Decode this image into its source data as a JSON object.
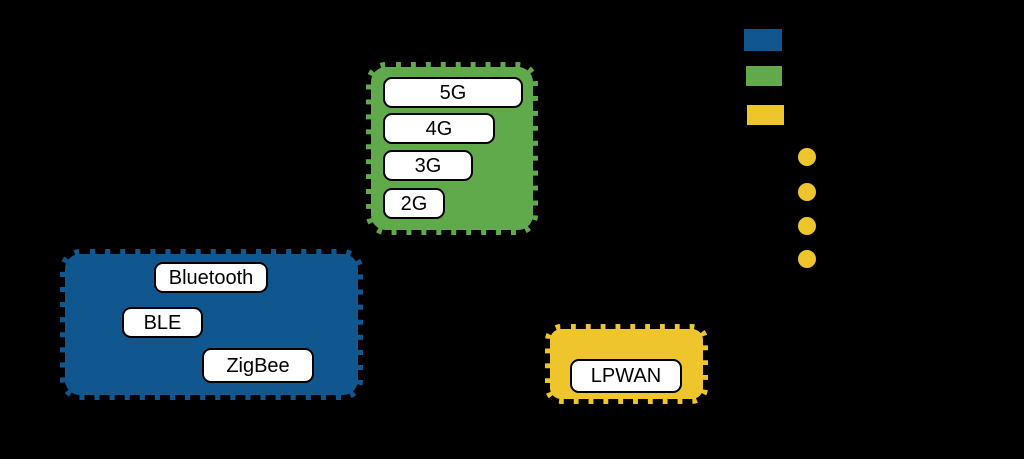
{
  "diagram": {
    "background": "#000000",
    "groups": {
      "cellular": {
        "color": "#61aa4c",
        "items": [
          "5G",
          "4G",
          "3G",
          "2G"
        ]
      },
      "short_range": {
        "color": "#10568f",
        "items": [
          "Bluetooth",
          "BLE",
          "ZigBee"
        ]
      },
      "lpwan": {
        "color": "#efc52e",
        "items": [
          "LPWAN"
        ]
      }
    },
    "node_style": {
      "fill": "#ffffff",
      "text_color": "#000000",
      "border_color": "#000000"
    },
    "legend": {
      "swatches": [
        {
          "name": "blue-swatch",
          "color": "#10568f"
        },
        {
          "name": "green-swatch",
          "color": "#61aa4c"
        },
        {
          "name": "yellow-swatch",
          "color": "#efc52e"
        }
      ],
      "bullet_color": "#efc52e",
      "bullet_count": 4
    }
  }
}
